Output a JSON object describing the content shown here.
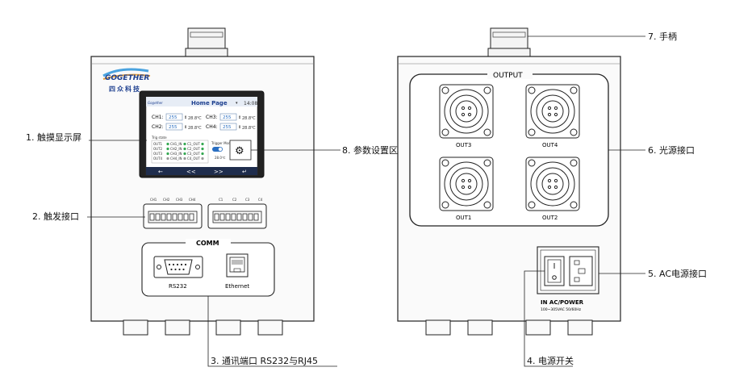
{
  "callouts": {
    "touch_screen": "1. 触摸显示屏",
    "trigger_port": "2. 触发接口",
    "comm_port": "3. 通讯端口 RS232与RJ45",
    "power_switch": "4. 电源开关",
    "ac_power_port": "5. AC电源接口",
    "light_port": "6. 光源接口",
    "handle": "7. 手柄",
    "param_area": "8. 参数设置区"
  },
  "brand": {
    "logo": "GOGETHER",
    "chinese_name": "四众科技"
  },
  "screen": {
    "title": "Home Page",
    "time": "14:08",
    "channels": [
      {
        "label": "CH1:",
        "value": "255",
        "temp": "28.8℃"
      },
      {
        "label": "CH2:",
        "value": "255",
        "temp": "28.8℃"
      },
      {
        "label": "CH3:",
        "value": "255",
        "temp": "28.8℃"
      },
      {
        "label": "CH4:",
        "value": "255",
        "temp": "28.8℃"
      }
    ],
    "trigger_section": "Trig state",
    "trigger_rows": [
      {
        "out": "OUT1",
        "ch_in": "CH1_IN",
        "c_out": "C1_OUT"
      },
      {
        "out": "OUT2",
        "ch_in": "CH2_IN",
        "c_out": "C2_OUT"
      },
      {
        "out": "OUT3",
        "ch_in": "CH3_IN",
        "c_out": "C3_OUT"
      },
      {
        "out": "OUT4",
        "ch_in": "CH4_IN",
        "c_out": "C4_OUT"
      }
    ],
    "trigger_mode": "Trigger Mode",
    "ambient_temp": "28.0℃",
    "nav": [
      "←",
      "<<",
      ">>",
      "↵"
    ]
  },
  "trigger_block": {
    "left_labels": [
      "CH1",
      "CH2",
      "CH3",
      "CH4"
    ],
    "right_labels": [
      "C1",
      "C2",
      "C3",
      "C4"
    ]
  },
  "comm": {
    "title": "COMM",
    "rs232": "RS232",
    "ethernet": "Ethernet"
  },
  "back": {
    "output_title": "OUTPUT",
    "outputs": [
      "OUT3",
      "OUT4",
      "OUT1",
      "OUT2"
    ],
    "power_label": "IN AC/POWER",
    "power_spec": "100~305VAC 50/60Hz"
  }
}
